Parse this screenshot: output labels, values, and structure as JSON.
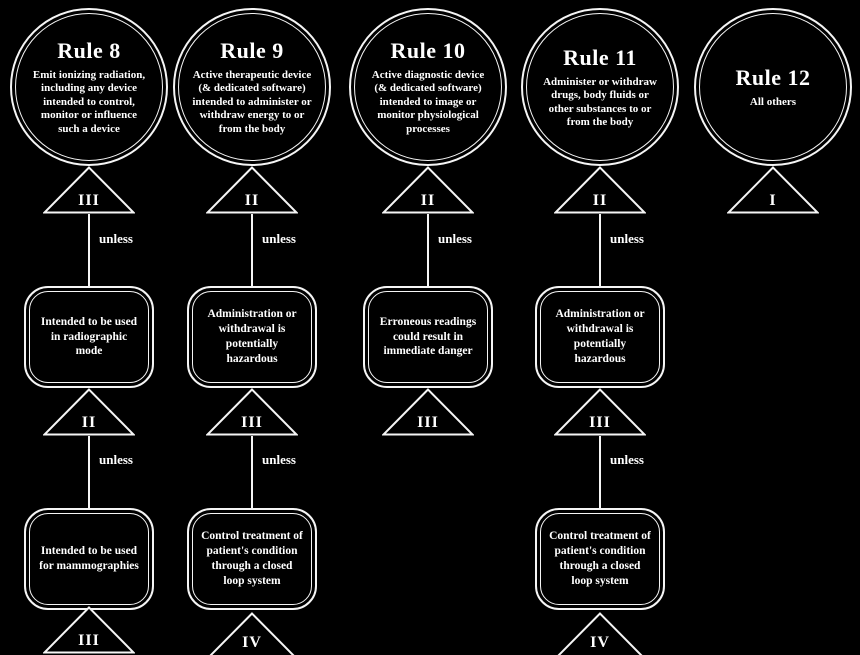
{
  "labels": {
    "unless": "unless"
  },
  "colors": {
    "background": "#000000",
    "line": "#ffffff",
    "text": "#ffffff"
  },
  "columns": [
    {
      "title": "Rule 8",
      "description": "Emit ionizing radiation, including any device intended to control, monitor or influence such a device",
      "class1": "III",
      "condition1": "Intended to be used in radiographic mode",
      "class2": "II",
      "condition2": "Intended to be used for mammographies",
      "class3": "III"
    },
    {
      "title": "Rule 9",
      "description": "Active therapeutic device (& dedicated software) intended to administer or withdraw energy to or from the body",
      "class1": "II",
      "condition1": "Administration or withdrawal is potentially hazardous",
      "class2": "III",
      "condition2": "Control treatment of patient's condition through a closed loop system",
      "class3": "IV"
    },
    {
      "title": "Rule 10",
      "description": "Active diagnostic device (& dedicated software) intended to image or monitor physiological processes",
      "class1": "II",
      "condition1": "Erroneous readings could result in immediate danger",
      "class2": "III"
    },
    {
      "title": "Rule 11",
      "description": "Administer or withdraw drugs, body fluids or other substances to or from the body",
      "class1": "II",
      "condition1": "Administration or withdrawal is potentially hazardous",
      "class2": "III",
      "condition2": "Control treatment of patient's condition through a closed loop system",
      "class3": "IV"
    },
    {
      "title": "Rule 12",
      "description": "All others",
      "class1": "I"
    }
  ]
}
